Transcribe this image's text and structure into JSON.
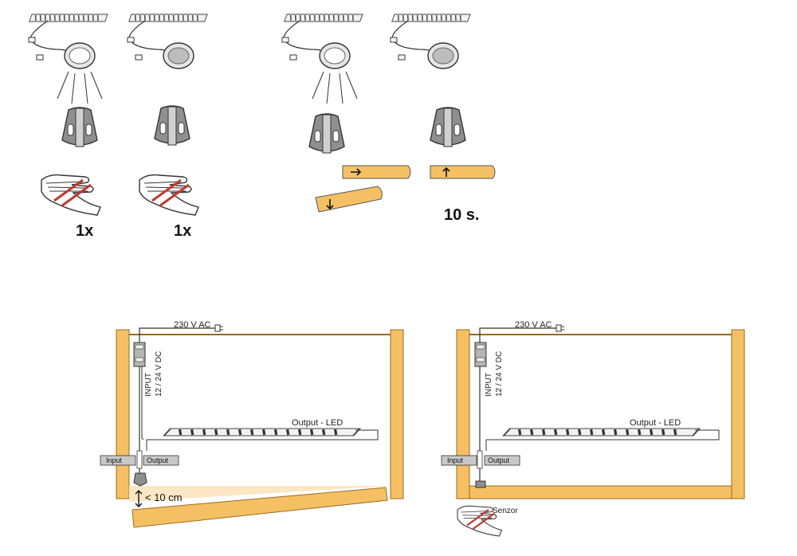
{
  "top": {
    "count_1": "1x",
    "count_2": "1x",
    "timer": "10 s."
  },
  "left_diagram": {
    "mains": "230 V AC",
    "input_spec_1": "INPUT",
    "input_spec_2": "12 / 24 V DC",
    "output_led": "Output - LED",
    "input_tag": "Input",
    "output_tag": "Output",
    "distance": "< 10 cm"
  },
  "right_diagram": {
    "mains": "230 V AC",
    "input_spec_1": "INPUT",
    "input_spec_2": "12 / 24 V DC",
    "output_led": "Output - LED",
    "input_tag": "Input",
    "output_tag": "Output",
    "sensor": "Senzor"
  },
  "colors": {
    "wood": "#f5c064",
    "wood_edge": "#9a6a1c",
    "device": "#9a9a9a",
    "glow": "#fbe7c4",
    "hand_stripe": "#c0392b"
  }
}
